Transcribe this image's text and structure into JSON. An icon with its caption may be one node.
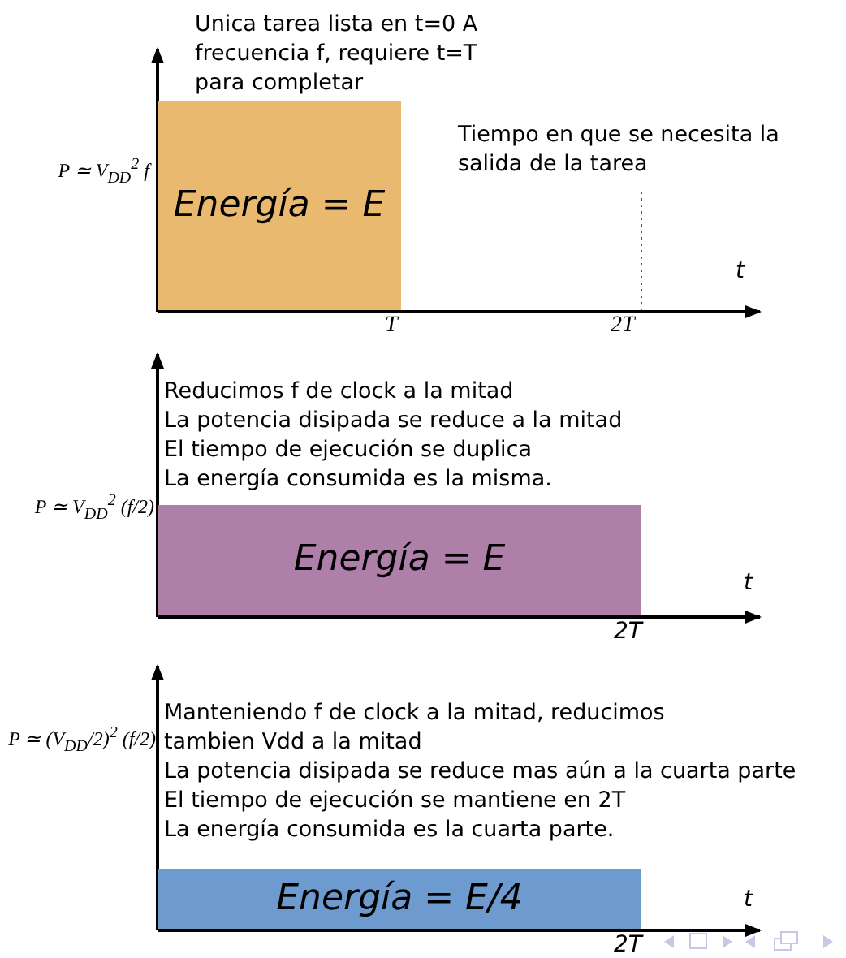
{
  "diagram": {
    "nodes": [
      {
        "text": [
          "Energía = E"
        ]
      },
      {
        "text": [
          "Energía = E"
        ]
      },
      {
        "text": [
          "Energía = E/4"
        ]
      }
    ],
    "labels": [
      "Unica tarea lista en t=0 A frecuencia f, requiere t=T para completar",
      "P ≃ V$_{DD}$$^{2}$ f",
      "Tiempo en que se necesita la salida de la tarea",
      "t",
      "T",
      "2T",
      "Reducimos f de clock a la mitad",
      "La potencia disipada se reduce a la mitad",
      "El tiempo de ejecución se duplica",
      "La energía consumida es la misma.",
      "P ≃ V$_{DD}$$^{2}$ (f/2)",
      "t",
      "2T",
      "Manteniendo f de clock a la mitad, reducimos tambien Vdd a la mitad",
      "La potencia disipada se reduce mas aún a la cuarta parte",
      "El tiempo de ejecución se mantiene en 2T",
      "La energía consumida es la cuarta parte.",
      "P ≃ (V$_{DD}$/2)$^{2}$ (f/2)",
      "t",
      "2T"
    ]
  }
}
